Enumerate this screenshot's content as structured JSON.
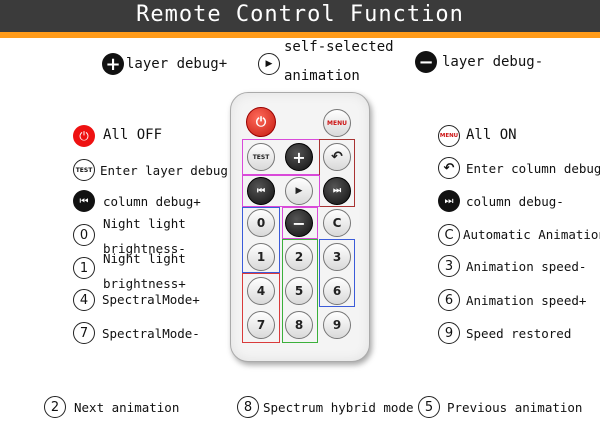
{
  "title": "Remote Control Function",
  "colors": {
    "title_bg": "#3b3b3b",
    "accent_stripe": "#ff9b1a",
    "power_red": "#e11111"
  },
  "top_row": {
    "layer_debug_plus": {
      "icon": "plus-icon",
      "label": "layer debug+"
    },
    "self_selected": {
      "icon": "play-icon",
      "label_line1": "self-selected",
      "label_line2": "animation"
    },
    "layer_debug_minus": {
      "icon": "minus-icon",
      "label": "layer debug-"
    }
  },
  "left": [
    {
      "icon": "power-icon",
      "label": "All OFF"
    },
    {
      "icon": "test-icon",
      "icon_text": "TEST",
      "label": "Enter layer debug"
    },
    {
      "icon": "rewind-icon",
      "label": "column debug+"
    },
    {
      "icon_text": "0",
      "label_line1": "Night light",
      "label_line2": "brightness-"
    },
    {
      "icon_text": "1",
      "label_line1": "Night light",
      "label_line2": "brightness+"
    },
    {
      "icon_text": "4",
      "label": "SpectralMode+"
    },
    {
      "icon_text": "7",
      "label": "SpectralMode-"
    }
  ],
  "right": [
    {
      "icon": "menu-icon",
      "icon_text": "MENU",
      "label": "All ON"
    },
    {
      "icon": "return-icon",
      "label": "Enter column debug"
    },
    {
      "icon": "fast-forward-icon",
      "label": "column debug-"
    },
    {
      "icon_text": "C",
      "label": "Automatic Animation"
    },
    {
      "icon_text": "3",
      "label": "Animation speed-"
    },
    {
      "icon_text": "6",
      "label": "Animation speed+"
    },
    {
      "icon_text": "9",
      "label": "Speed restored"
    }
  ],
  "bottom": [
    {
      "icon_text": "2",
      "label": "Next animation"
    },
    {
      "icon_text": "8",
      "label": "Spectrum hybrid mode"
    },
    {
      "icon_text": "5",
      "label": "Previous animation"
    }
  ],
  "remote": {
    "menu": "MENU",
    "test": "TEST",
    "plus": "+",
    "minus": "−",
    "c": "C",
    "digits": [
      "0",
      "1",
      "2",
      "3",
      "4",
      "5",
      "6",
      "7",
      "8",
      "9"
    ]
  }
}
